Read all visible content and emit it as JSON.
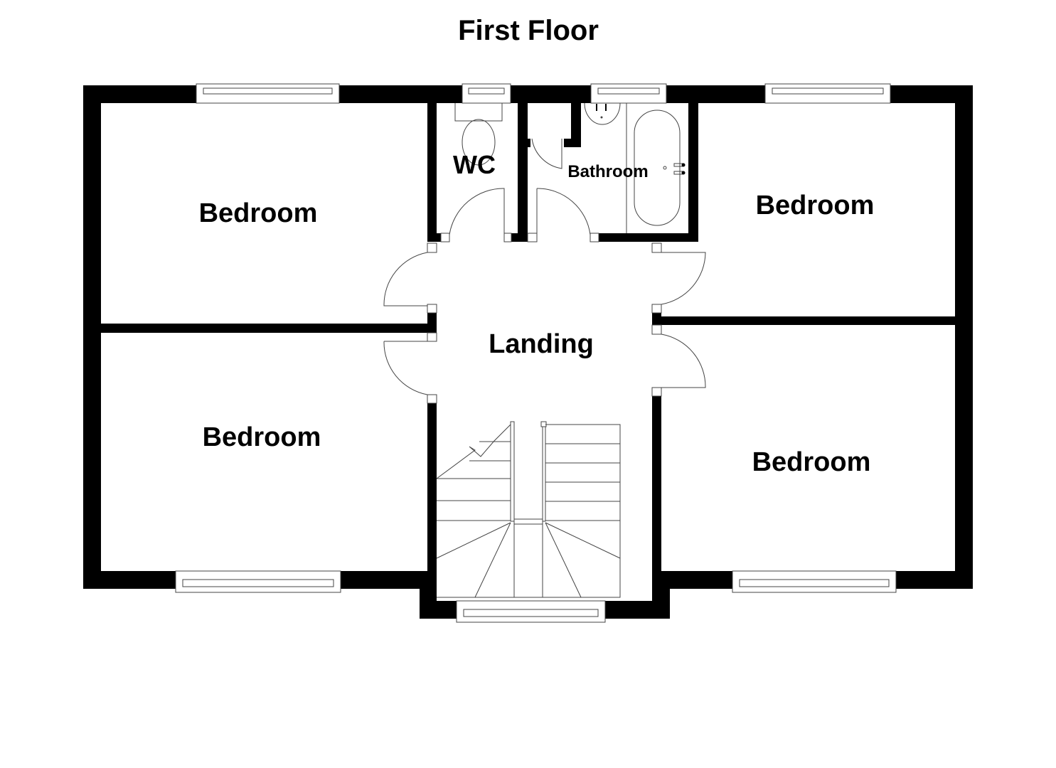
{
  "title": "First Floor",
  "rooms": {
    "bedroom_top_left": "Bedroom",
    "bedroom_bottom_left": "Bedroom",
    "bedroom_top_right": "Bedroom",
    "bedroom_bottom_right": "Bedroom",
    "wc": "WC",
    "bathroom": "Bathroom",
    "landing": "Landing"
  },
  "colors": {
    "wall": "#000000",
    "line": "#444444",
    "background": "#ffffff"
  }
}
